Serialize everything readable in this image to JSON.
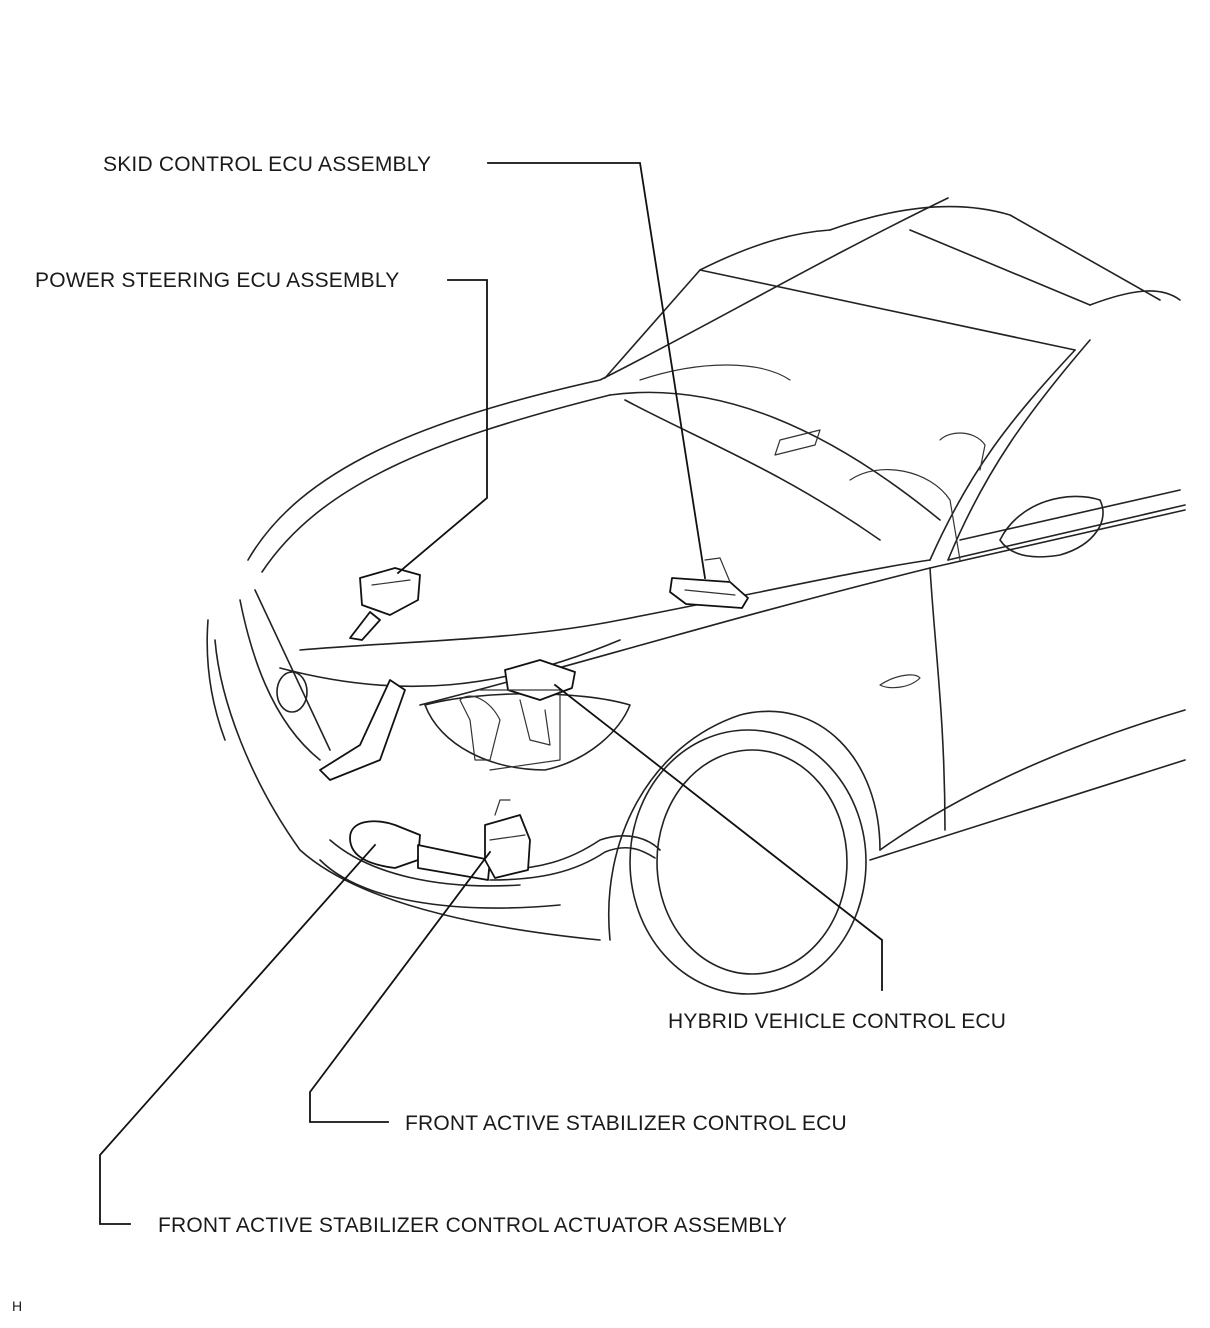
{
  "callouts": {
    "skid_control": "SKID CONTROL ECU ASSEMBLY",
    "power_steering": "POWER STEERING ECU ASSEMBLY",
    "hybrid_vehicle": "HYBRID VEHICLE CONTROL ECU",
    "stabilizer_ecu": "FRONT ACTIVE STABILIZER CONTROL ECU",
    "stabilizer_actuator": "FRONT ACTIVE STABILIZER CONTROL ACTUATOR ASSEMBLY"
  },
  "figure_code": "H"
}
